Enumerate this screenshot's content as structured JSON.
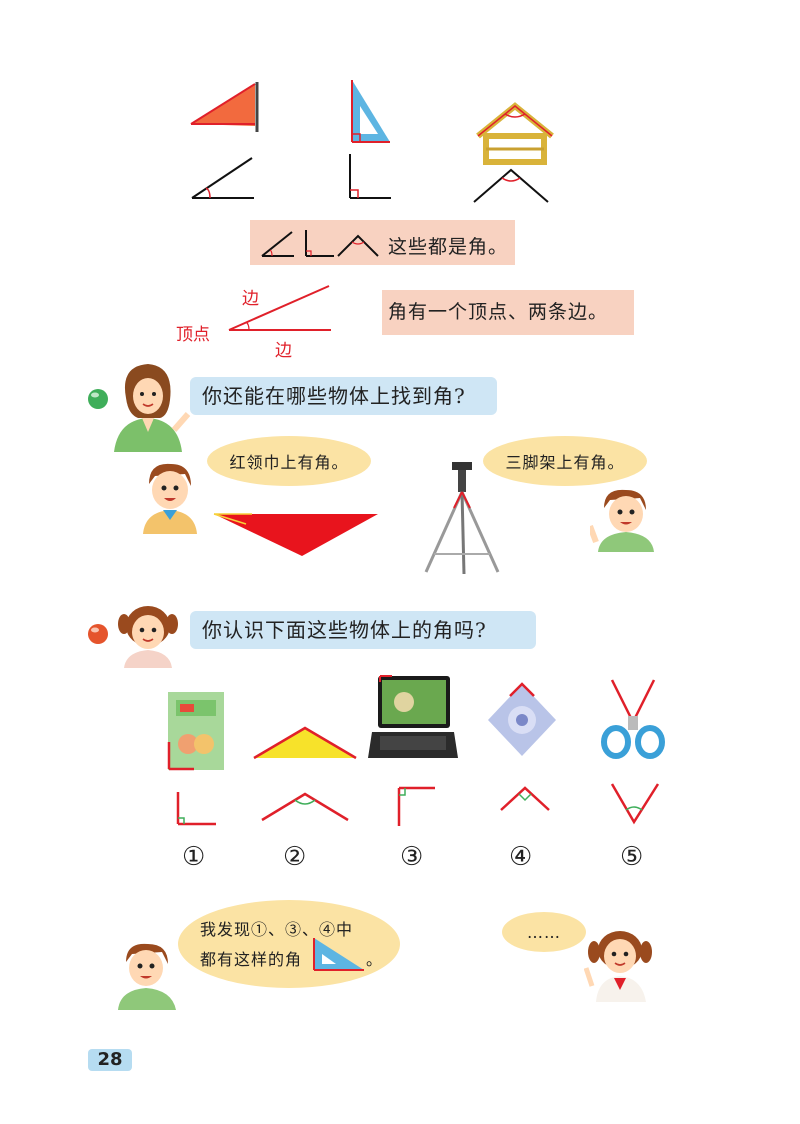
{
  "summary": {
    "text": "这些都是角。"
  },
  "definition": {
    "label_edge_top": "边",
    "label_edge_bottom": "边",
    "label_vertex": "顶点",
    "statement": "角有一个顶点、两条边。"
  },
  "question1": {
    "text": "你还能在哪些物体上找到角?",
    "answer_left": "红领巾上有角。",
    "answer_right": "三脚架上有角。"
  },
  "question2": {
    "text": "你认识下面这些物体上的角吗?",
    "numbers": [
      "①",
      "②",
      "③",
      "④",
      "⑤"
    ]
  },
  "dialogue": {
    "boy_line1": "我发现①、③、④中",
    "boy_line2": "都有这样的角",
    "boy_end": "。",
    "girl": "……"
  },
  "page_number": "28",
  "colors": {
    "angle_red": "#e0202a",
    "label_bg": "#f8d2c1",
    "question_bg": "#cfe6f5",
    "speech_bg": "#fbe3a4",
    "page_number_bg": "#b6dcf1"
  }
}
